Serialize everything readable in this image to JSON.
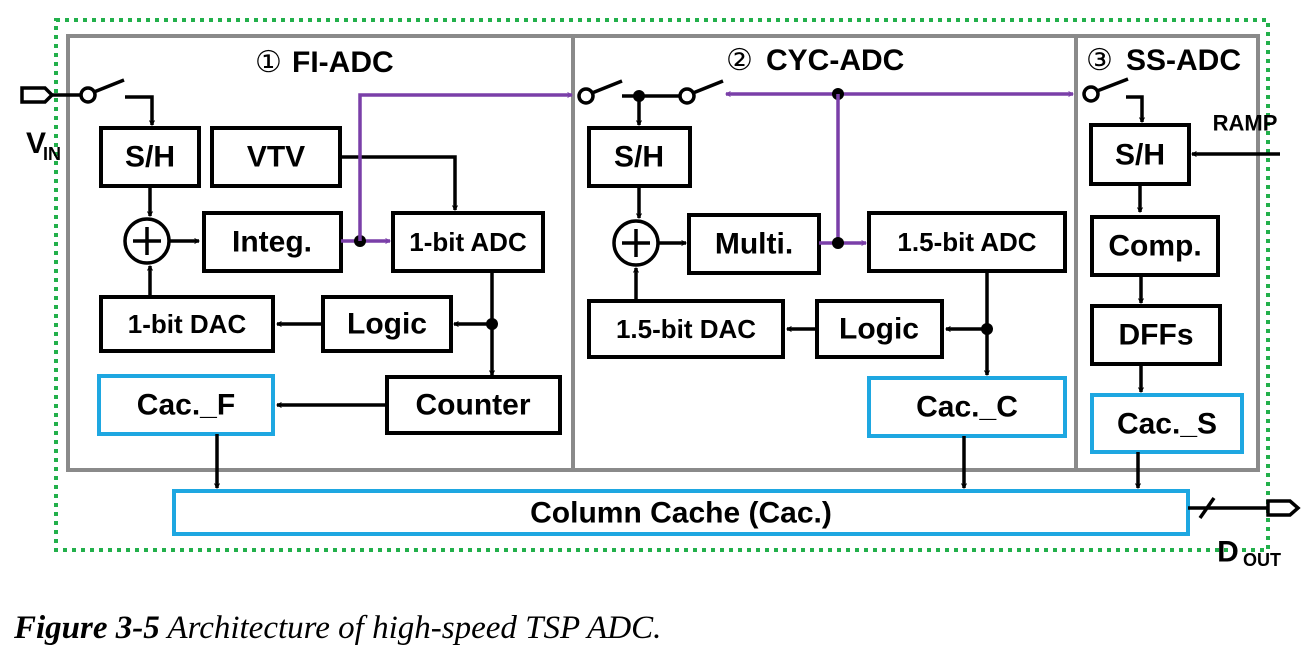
{
  "diagram": {
    "sections": [
      {
        "number": "①",
        "title": "FI-ADC"
      },
      {
        "number": "②",
        "title": "CYC-ADC"
      },
      {
        "number": "③",
        "title": "SS-ADC"
      }
    ],
    "io": {
      "input_label": "V",
      "input_sub": "IN",
      "output_label": "D",
      "output_sub": "OUT",
      "ramp_label": "RAMP"
    },
    "fi_adc": {
      "sh": "S/H",
      "vtv": "VTV",
      "integ": "Integ.",
      "adc": "1-bit ADC",
      "dac": "1-bit DAC",
      "logic": "Logic",
      "counter": "Counter",
      "cache": "Cac._F"
    },
    "cyc_adc": {
      "sh": "S/H",
      "multi": "Multi.",
      "adc": "1.5-bit ADC",
      "dac": "1.5-bit DAC",
      "logic": "Logic",
      "cache": "Cac._C"
    },
    "ss_adc": {
      "sh": "S/H",
      "comp": "Comp.",
      "dffs": "DFFs",
      "cache": "Cac._S"
    },
    "column_cache": "Column Cache (Cac.)",
    "colors": {
      "border": "#22b04b",
      "panel": "#8a8a8a",
      "cache": "#1ea7e1",
      "residue_path": "#7a3fa8",
      "block": "#000000"
    }
  },
  "caption": {
    "figure_label": "Figure 3-5",
    "text": " Architecture of high-speed TSP ADC."
  }
}
